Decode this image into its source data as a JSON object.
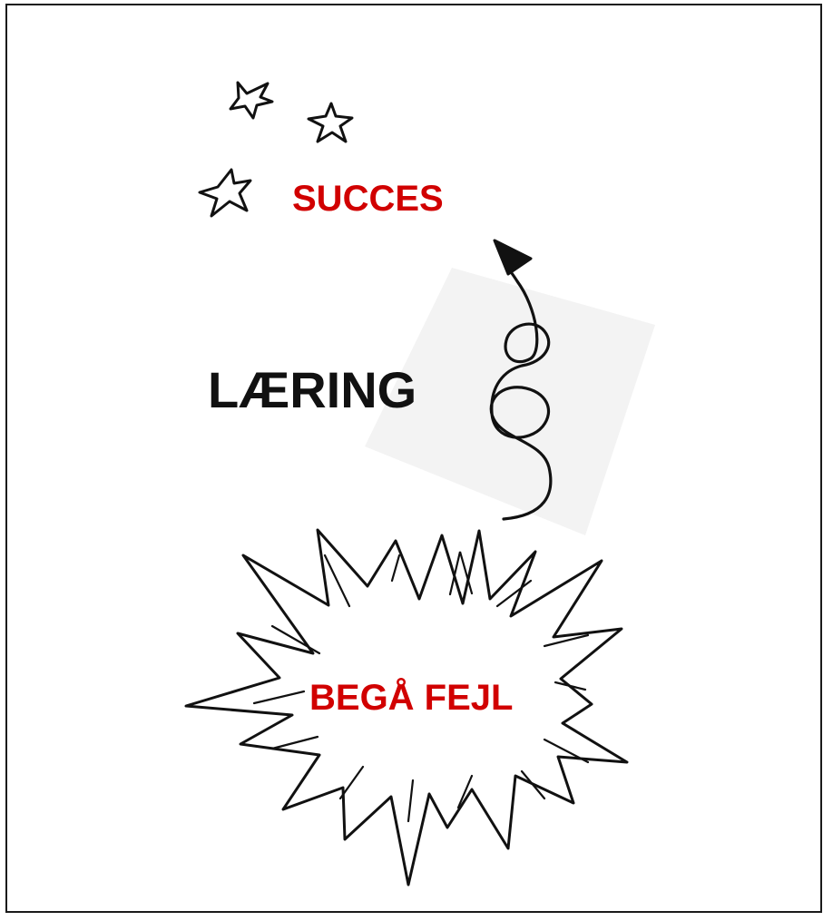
{
  "labels": {
    "success": "SUCCES",
    "learning": "LÆRING",
    "make_mistakes": "BEGÅ FEJL"
  },
  "colors": {
    "accent_red": "#d10000",
    "ink": "#111111",
    "paper": "#ffffff",
    "shadow_panel": "#f2f2f2"
  },
  "icons": [
    "star-icon",
    "star-icon",
    "star-icon",
    "spiral-arrow-icon",
    "explosion-burst-icon"
  ]
}
